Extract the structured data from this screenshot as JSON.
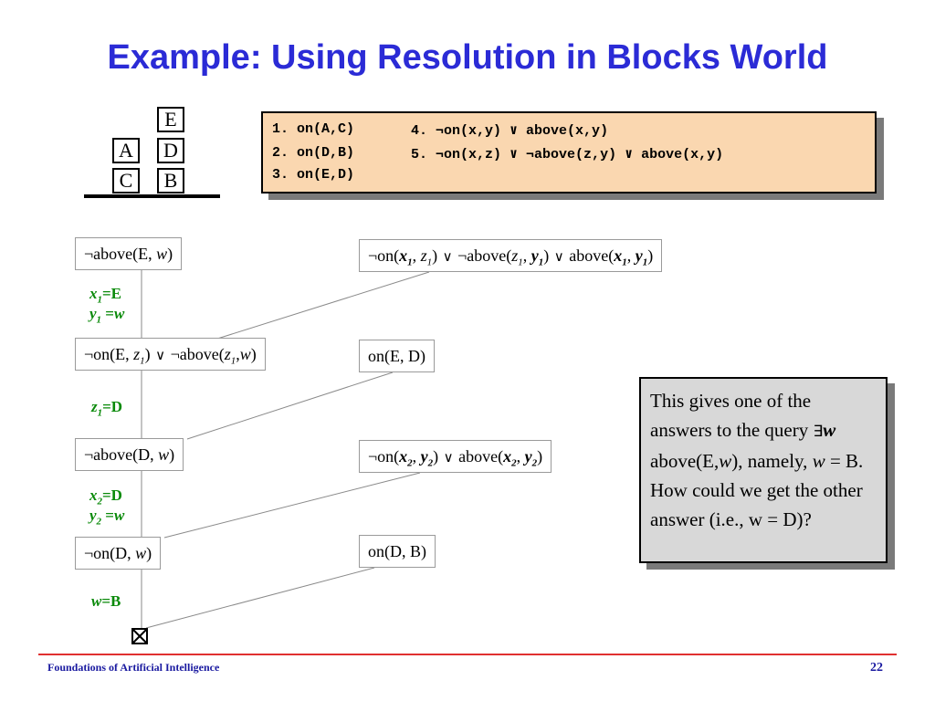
{
  "title": "Example: Using Resolution in Blocks World",
  "blocks": {
    "e": "E",
    "a": "A",
    "d": "D",
    "c": "C",
    "b": "B"
  },
  "kb": {
    "c1": "1. on(A,C)",
    "c2": "2. on(D,B)",
    "c3": "3. on(E,D)",
    "c4": "4. ¬on(x,y) ∨ above(x,y)",
    "c5": "5. ¬on(x,z) ∨ ¬above(z,y) ∨ above(x,y)"
  },
  "nodes": {
    "n1": "¬above(E, w)",
    "n2": "¬on(E, z1) ∨ ¬above(z1,w)",
    "n3": "¬above(D, w)",
    "n4": "¬on(D, w)",
    "r1": "¬on(x1, z1) ∨ ¬above(z1, y1) ∨ above(x1, y1)",
    "r2": "on(E, D)",
    "r3": "¬on(x2, y2) ∨ above(x2, y2)",
    "r4": "on(D, B)"
  },
  "substitutions": {
    "s1a": "x1=E",
    "s1b": "y1 =w",
    "s2": "z1=D",
    "s3a": "x2=D",
    "s3b": "y2 =w",
    "s4": "w=B"
  },
  "note": "This gives one of the answers to the query ∃w above(E,w), namely, w = B. How could we get the other answer (i.e., w = D)?",
  "footer": {
    "left": "Foundations of Artificial Intelligence",
    "page": "22"
  },
  "colors": {
    "title": "#2b2bd6",
    "kb_bg": "#fad7b0",
    "note_bg": "#d8d8d8",
    "subst": "#0a8a0a",
    "rule": "#e03030"
  }
}
